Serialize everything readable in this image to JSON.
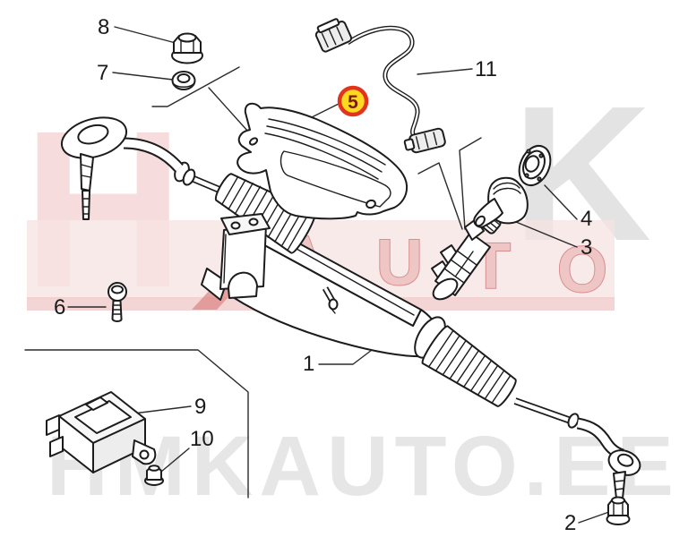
{
  "diagram": {
    "type": "exploded-parts-diagram",
    "subject": "power-steering-rack",
    "callouts": [
      {
        "number": "1",
        "part": "steering-rack-assembly",
        "highlighted": false
      },
      {
        "number": "2",
        "part": "tie-rod-end-nut",
        "highlighted": false
      },
      {
        "number": "3",
        "part": "pinion-dust-boot",
        "highlighted": false
      },
      {
        "number": "4",
        "part": "pinion-seal-plate",
        "highlighted": false
      },
      {
        "number": "5",
        "part": "heat-shield",
        "highlighted": true
      },
      {
        "number": "6",
        "part": "clamp-bolt",
        "highlighted": false
      },
      {
        "number": "7",
        "part": "washer",
        "highlighted": false
      },
      {
        "number": "8",
        "part": "hex-nut",
        "highlighted": false
      },
      {
        "number": "9",
        "part": "steering-control-module",
        "highlighted": false
      },
      {
        "number": "10",
        "part": "module-nut",
        "highlighted": false
      },
      {
        "number": "11",
        "part": "sensor-wiring-harness",
        "highlighted": false
      }
    ],
    "highlight_style": {
      "ring_color": "#e2341c",
      "fill_color": "#ffd91f",
      "number_color": "#7c1a0c"
    },
    "line_color": "#1c1c1c"
  },
  "watermark": {
    "site_text": "HMKAUTO.EE",
    "logo_letters": [
      "A",
      "U",
      "T",
      "O"
    ],
    "ghost_letters": [
      "H",
      "K"
    ],
    "colors": {
      "band": "#f7e3e3",
      "band_strip": "#f0cbca",
      "stripe_red": "#db8383",
      "logo_red": "#d98d8d",
      "ghost_pink": "#f6dcdc",
      "ghost_gray": "#e3e3e3",
      "site_gray": "#e6e6e6"
    }
  }
}
